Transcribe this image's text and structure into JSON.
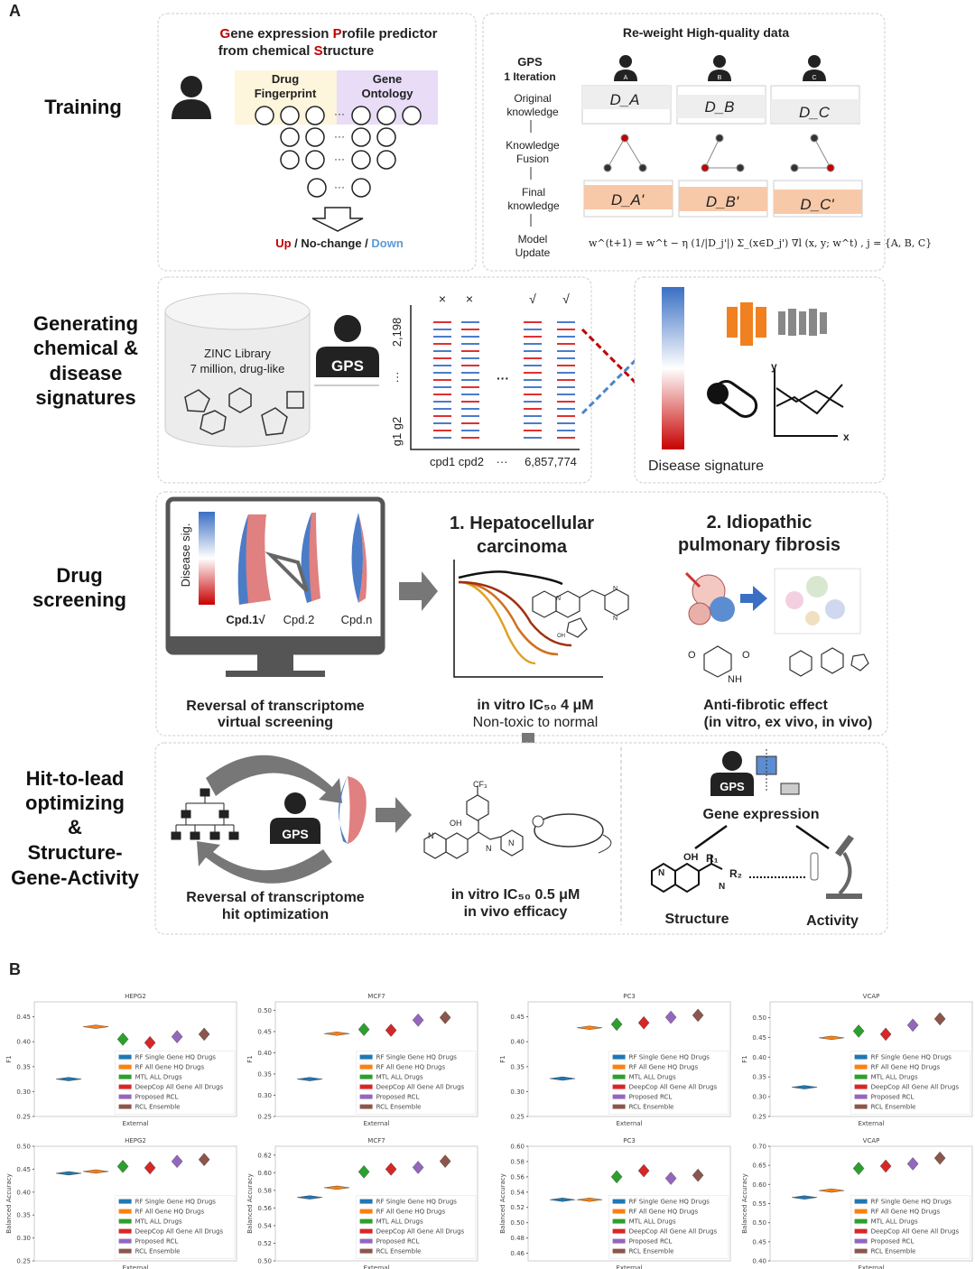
{
  "panel_labels": {
    "a": "A",
    "b": "B"
  },
  "colors": {
    "red": "#c00000",
    "blue": "#4a86c8",
    "orange": "#d4700a",
    "fingerprint_bg": "#fdf5dc",
    "ontology_bg": "#e8dcf7",
    "final_knowledge_bg": "#f8c9a8"
  },
  "training": {
    "label": "Training",
    "title_line1": [
      "G",
      "ene expression ",
      "P",
      "rofile predictor"
    ],
    "title_line2": [
      "from chemical ",
      "S",
      "tructure"
    ],
    "fingerprint": [
      "Drug",
      "Fingerprint"
    ],
    "ontology": [
      "Gene",
      "Ontology"
    ],
    "ellipsis": "···",
    "output": {
      "up": "Up",
      "sep": " / ",
      "no_change": "No-change",
      "down": "Down"
    }
  },
  "reweight": {
    "title": "Re-weight High-quality data",
    "gps": "GPS",
    "iteration": "1 Iteration",
    "steps": [
      [
        "Original",
        "knowledge"
      ],
      [
        "Knowledge",
        "Fusion"
      ],
      [
        "Final",
        "knowledge"
      ],
      [
        "Model",
        "Update"
      ]
    ],
    "users": [
      "A",
      "B",
      "C"
    ],
    "datasets": [
      "D_A",
      "D_B",
      "D_C"
    ],
    "final": [
      "D_A'",
      "D_B'",
      "D_C'"
    ],
    "formula": "w^(t+1) = w^t − η (1/|D_j'|) Σ_(x∈D_j') ∇l (x, y; w^t) , j = {A, B, C}"
  },
  "generating": {
    "label": [
      "Generating",
      "chemical &",
      "disease",
      "signatures"
    ],
    "zinc": [
      "ZINC Library",
      "7 million, drug-like"
    ],
    "gps": "GPS",
    "marks": [
      "×",
      "×",
      "√",
      "√"
    ],
    "ylabels": [
      "g1  g2",
      "···",
      "2,198"
    ],
    "xlabels": [
      "cpd1  cpd2",
      "···",
      "6,857,774"
    ],
    "mid_ellipsis": "···",
    "disease_signature": "Disease signature",
    "axis_y": "y",
    "axis_x": "x"
  },
  "screening": {
    "label": [
      "Drug",
      "screening"
    ],
    "disease_sig": "Disease sig.",
    "cpds": [
      "Cpd.1√",
      "Cpd.2",
      "Cpd.n"
    ],
    "caption": [
      "Reversal of transcriptome",
      "virtual screening"
    ],
    "hcc_title": [
      "1. Hepatocellular",
      "carcinoma"
    ],
    "hcc_result": "in vitro IC₅₀ 4 μM",
    "hcc_note": "Non-toxic to normal",
    "hcc_atoms": [
      "OH",
      "N",
      "N",
      "N"
    ],
    "ipf_title": [
      "2. Idiopathic",
      "pulmonary fibrosis"
    ],
    "ipf_atoms": [
      "O",
      "O",
      "NH"
    ],
    "ipf_result": [
      "Anti-fibrotic effect",
      "(in vitro, ex vivo, in vivo)"
    ]
  },
  "hit": {
    "label": [
      "Hit-to-lead",
      "optimizing",
      "&",
      "Structure-",
      "Gene-Activity"
    ],
    "gps": "GPS",
    "caption": [
      "Reversal of transcriptome",
      "hit optimization"
    ],
    "atoms": [
      "CF₃",
      "OH",
      "N",
      "N",
      "N"
    ],
    "result": [
      "in vitro IC₅₀ 0.5 μM",
      "in vivo efficacy"
    ],
    "gps2": "GPS",
    "gene_expression": "Gene expression",
    "structure": "Structure",
    "activity": "Activity",
    "sar_atoms": [
      "OH",
      "R₁",
      "R₂",
      "N",
      "N"
    ]
  },
  "chart_data": [
    {
      "type": "violin",
      "title": "HEPG2",
      "xlabel": "External",
      "ylabel": "F1",
      "ylim": [
        0.25,
        0.48
      ],
      "yticks": [
        "0.25",
        "0.30",
        "0.35",
        "0.40",
        "0.45"
      ],
      "categories": [
        "RF Single Gene HQ Drugs",
        "RF All Gene HQ Drugs",
        "MTL ALL Drugs",
        "DeepCop All Gene All Drugs",
        "Proposed RCL",
        "RCL Ensemble"
      ],
      "values": [
        0.325,
        0.43,
        0.405,
        0.398,
        0.41,
        0.415
      ],
      "legend": "lower-right"
    },
    {
      "type": "violin",
      "title": "MCF7",
      "xlabel": "External",
      "ylabel": "F1",
      "ylim": [
        0.25,
        0.52
      ],
      "yticks": [
        "0.25",
        "0.30",
        "0.35",
        "0.40",
        "0.45",
        "0.50"
      ],
      "categories": [
        "RF Single Gene HQ Drugs",
        "RF All Gene HQ Drugs",
        "MTL ALL Drugs",
        "DeepCop All Gene All Drugs",
        "Proposed RCL",
        "RCL Ensemble"
      ],
      "values": [
        0.338,
        0.445,
        0.455,
        0.453,
        0.477,
        0.483
      ],
      "legend": "lower-right"
    },
    {
      "type": "violin",
      "title": "PC3",
      "xlabel": "External",
      "ylabel": "F1",
      "ylim": [
        0.25,
        0.48
      ],
      "yticks": [
        "0.25",
        "0.30",
        "0.35",
        "0.40",
        "0.45"
      ],
      "categories": [
        "RF Single Gene HQ Drugs",
        "RF All Gene HQ Drugs",
        "MTL ALL Drugs",
        "DeepCop All Gene All Drugs",
        "Proposed RCL",
        "RCL Ensemble"
      ],
      "values": [
        0.326,
        0.428,
        0.435,
        0.438,
        0.449,
        0.453
      ],
      "legend": "lower-right"
    },
    {
      "type": "violin",
      "title": "VCAP",
      "xlabel": "External",
      "ylabel": "F1",
      "ylim": [
        0.25,
        0.54
      ],
      "yticks": [
        "0.25",
        "0.30",
        "0.35",
        "0.40",
        "0.45",
        "0.50"
      ],
      "categories": [
        "RF Single Gene HQ Drugs",
        "RF All Gene HQ Drugs",
        "MTL ALL Drugs",
        "DeepCop All Gene All Drugs",
        "Proposed RCL",
        "RCL Ensemble"
      ],
      "values": [
        0.324,
        0.449,
        0.466,
        0.458,
        0.481,
        0.497
      ],
      "legend": "lower-right"
    },
    {
      "type": "violin",
      "title": "HEPG2",
      "xlabel": "External",
      "ylabel": "Balanced Accuracy",
      "ylim": [
        0.25,
        0.5
      ],
      "yticks": [
        "0.25",
        "0.30",
        "0.35",
        "0.40",
        "0.45",
        "0.50"
      ],
      "categories": [
        "RF Single Gene HQ Drugs",
        "RF All Gene HQ Drugs",
        "MTL ALL Drugs",
        "DeepCop All Gene All Drugs",
        "Proposed RCL",
        "RCL Ensemble"
      ],
      "values": [
        0.441,
        0.445,
        0.456,
        0.453,
        0.467,
        0.471
      ],
      "legend": "lower-right"
    },
    {
      "type": "violin",
      "title": "MCF7",
      "xlabel": "External",
      "ylabel": "Balanced Accuracy",
      "ylim": [
        0.5,
        0.63
      ],
      "yticks": [
        "0.50",
        "0.52",
        "0.54",
        "0.56",
        "0.58",
        "0.60",
        "0.62"
      ],
      "categories": [
        "RF Single Gene HQ Drugs",
        "RF All Gene HQ Drugs",
        "MTL ALL Drugs",
        "DeepCop All Gene All Drugs",
        "Proposed RCL",
        "RCL Ensemble"
      ],
      "values": [
        0.572,
        0.583,
        0.601,
        0.604,
        0.606,
        0.613
      ],
      "legend": "lower-right"
    },
    {
      "type": "violin",
      "title": "PC3",
      "xlabel": "External",
      "ylabel": "Balanced Accuracy",
      "ylim": [
        0.45,
        0.6
      ],
      "yticks": [
        "0.46",
        "0.48",
        "0.50",
        "0.52",
        "0.54",
        "0.56",
        "0.58",
        "0.60"
      ],
      "categories": [
        "RF Single Gene HQ Drugs",
        "RF All Gene HQ Drugs",
        "MTL ALL Drugs",
        "DeepCop All Gene All Drugs",
        "Proposed RCL",
        "RCL Ensemble"
      ],
      "values": [
        0.53,
        0.53,
        0.56,
        0.568,
        0.558,
        0.562
      ],
      "legend": "lower-right"
    },
    {
      "type": "violin",
      "title": "VCAP",
      "xlabel": "External",
      "ylabel": "Balanced Accuracy",
      "ylim": [
        0.4,
        0.7
      ],
      "yticks": [
        "0.40",
        "0.45",
        "0.50",
        "0.55",
        "0.60",
        "0.65",
        "0.70"
      ],
      "categories": [
        "RF Single Gene HQ Drugs",
        "RF All Gene HQ Drugs",
        "MTL ALL Drugs",
        "DeepCop All Gene All Drugs",
        "Proposed RCL",
        "RCL Ensemble"
      ],
      "values": [
        0.566,
        0.584,
        0.642,
        0.648,
        0.654,
        0.669
      ],
      "legend": "lower-right"
    }
  ],
  "series_colors": [
    "#1f77b4",
    "#ff7f0e",
    "#2ca02c",
    "#d62728",
    "#9467bd",
    "#8c564b"
  ]
}
